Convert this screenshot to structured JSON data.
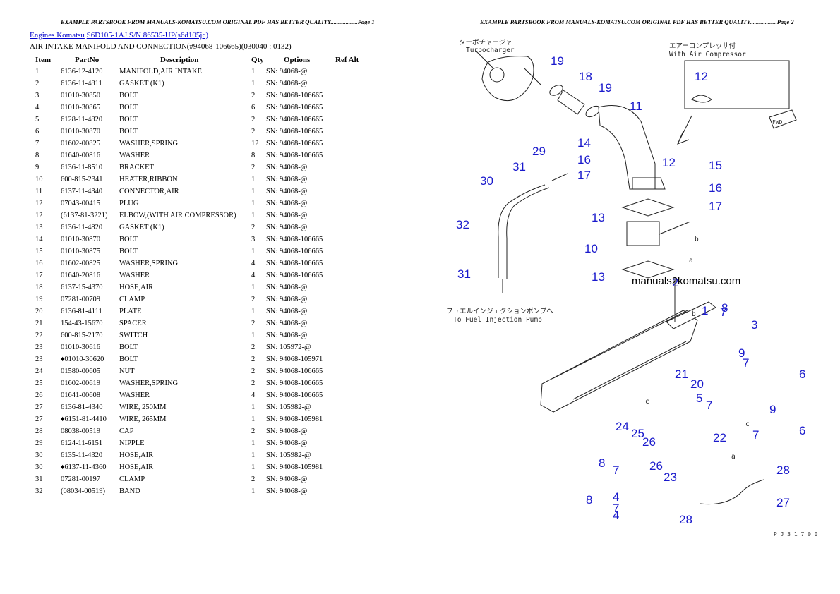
{
  "header": {
    "page1": "EXAMPLE PARTSBOOK FROM MANUALS-KOMATSU.COM ORIGINAL PDF HAS BETTER QUALITY..................Page 1",
    "page2": "EXAMPLE PARTSBOOK FROM MANUALS-KOMATSU.COM ORIGINAL PDF HAS BETTER QUALITY..................Page 2"
  },
  "breadcrumb": {
    "link1": "Engines Komatsu",
    "link2": "S6D105-1AJ S/N 86535-UP(s6d105jc)"
  },
  "subtitle": "AIR INTAKE MANIFOLD AND CONNECTION(#94068-106665)(030040 : 0132)",
  "table": {
    "headers": [
      "Item",
      "PartNo",
      "Description",
      "Qty",
      "Options",
      "Ref Alt"
    ],
    "rows": [
      [
        "1",
        "6136-12-4120",
        "MANIFOLD,AIR INTAKE",
        "1",
        "SN: 94068-@"
      ],
      [
        "2",
        "6136-11-4811",
        "GASKET (K1)",
        "1",
        "SN: 94068-@"
      ],
      [
        "3",
        "01010-30850",
        "BOLT",
        "2",
        "SN: 94068-106665"
      ],
      [
        "4",
        "01010-30865",
        "BOLT",
        "6",
        "SN: 94068-106665"
      ],
      [
        "5",
        "6128-11-4820",
        "BOLT",
        "2",
        "SN: 94068-106665"
      ],
      [
        "6",
        "01010-30870",
        "BOLT",
        "2",
        "SN: 94068-106665"
      ],
      [
        "7",
        "01602-00825",
        "WASHER,SPRING",
        "12",
        "SN: 94068-106665"
      ],
      [
        "8",
        "01640-00816",
        "WASHER",
        "8",
        "SN: 94068-106665"
      ],
      [
        "9",
        "6136-11-8510",
        "BRACKET",
        "2",
        "SN: 94068-@"
      ],
      [
        "10",
        "600-815-2341",
        "HEATER,RIBBON",
        "1",
        "SN: 94068-@"
      ],
      [
        "11",
        "6137-11-4340",
        "CONNECTOR,AIR",
        "1",
        "SN: 94068-@"
      ],
      [
        "12",
        "07043-00415",
        "PLUG",
        "1",
        "SN: 94068-@"
      ],
      [
        "12",
        "(6137-81-3221)",
        "ELBOW,(WITH AIR COMPRESSOR)",
        "1",
        "SN: 94068-@"
      ],
      [
        "13",
        "6136-11-4820",
        "GASKET (K1)",
        "2",
        "SN: 94068-@"
      ],
      [
        "14",
        "01010-30870",
        "BOLT",
        "3",
        "SN: 94068-106665"
      ],
      [
        "15",
        "01010-30875",
        "BOLT",
        "1",
        "SN: 94068-106665"
      ],
      [
        "16",
        "01602-00825",
        "WASHER,SPRING",
        "4",
        "SN: 94068-106665"
      ],
      [
        "17",
        "01640-20816",
        "WASHER",
        "4",
        "SN: 94068-106665"
      ],
      [
        "18",
        "6137-15-4370",
        "HOSE,AIR",
        "1",
        "SN: 94068-@"
      ],
      [
        "19",
        "07281-00709",
        "CLAMP",
        "2",
        "SN: 94068-@"
      ],
      [
        "20",
        "6136-81-4111",
        "PLATE",
        "1",
        "SN: 94068-@"
      ],
      [
        "21",
        "154-43-15670",
        "SPACER",
        "2",
        "SN: 94068-@"
      ],
      [
        "22",
        "600-815-2170",
        "SWITCH",
        "1",
        "SN: 94068-@"
      ],
      [
        "23",
        "01010-30616",
        "BOLT",
        "2",
        "SN: 105972-@"
      ],
      [
        "23",
        "♦01010-30620",
        "BOLT",
        "2",
        "SN: 94068-105971"
      ],
      [
        "24",
        "01580-00605",
        "NUT",
        "2",
        "SN: 94068-106665"
      ],
      [
        "25",
        "01602-00619",
        "WASHER,SPRING",
        "2",
        "SN: 94068-106665"
      ],
      [
        "26",
        "01641-00608",
        "WASHER",
        "4",
        "SN: 94068-106665"
      ],
      [
        "27",
        "6136-81-4340",
        "WIRE, 250MM",
        "1",
        "SN: 105982-@"
      ],
      [
        "27",
        "♦6151-81-4410",
        "WIRE, 265MM",
        "1",
        "SN: 94068-105981"
      ],
      [
        "28",
        "08038-00519",
        "CAP",
        "2",
        "SN: 94068-@"
      ],
      [
        "29",
        "6124-11-6151",
        "NIPPLE",
        "1",
        "SN: 94068-@"
      ],
      [
        "30",
        "6135-11-4320",
        "HOSE,AIR",
        "1",
        "SN: 105982-@"
      ],
      [
        "30",
        "♦6137-11-4360",
        "HOSE,AIR",
        "1",
        "SN: 94068-105981"
      ],
      [
        "31",
        "07281-00197",
        "CLAMP",
        "2",
        "SN: 94068-@"
      ],
      [
        "32",
        "(08034-00519)",
        "BAND",
        "1",
        "SN: 94068-@"
      ]
    ]
  },
  "diagram": {
    "turbo_jp": "ターボチャージャ",
    "turbo_en": "Turbocharger",
    "compressor_jp": "エアーコンプレッサ付",
    "compressor_en": "With Air Compressor",
    "fuel_jp": "フュエルインジェクションポンプへ",
    "fuel_en": "To Fuel Injection Pump",
    "watermark": "manuals2komatsu.com",
    "fwd": "FWD",
    "page_code": "P J 3 1 7 0 0",
    "callouts": [
      "1",
      "2",
      "3",
      "4",
      "4",
      "5",
      "6",
      "6",
      "7",
      "7",
      "7",
      "7",
      "7",
      "7",
      "8",
      "8",
      "8",
      "9",
      "9",
      "10",
      "11",
      "12",
      "12",
      "13",
      "13",
      "14",
      "15",
      "16",
      "16",
      "17",
      "17",
      "18",
      "19",
      "19",
      "20",
      "21",
      "22",
      "23",
      "24",
      "25",
      "26",
      "26",
      "27",
      "28",
      "28",
      "29",
      "30",
      "31",
      "31",
      "32"
    ],
    "letters": [
      "a",
      "a",
      "b",
      "b",
      "c",
      "c"
    ]
  }
}
